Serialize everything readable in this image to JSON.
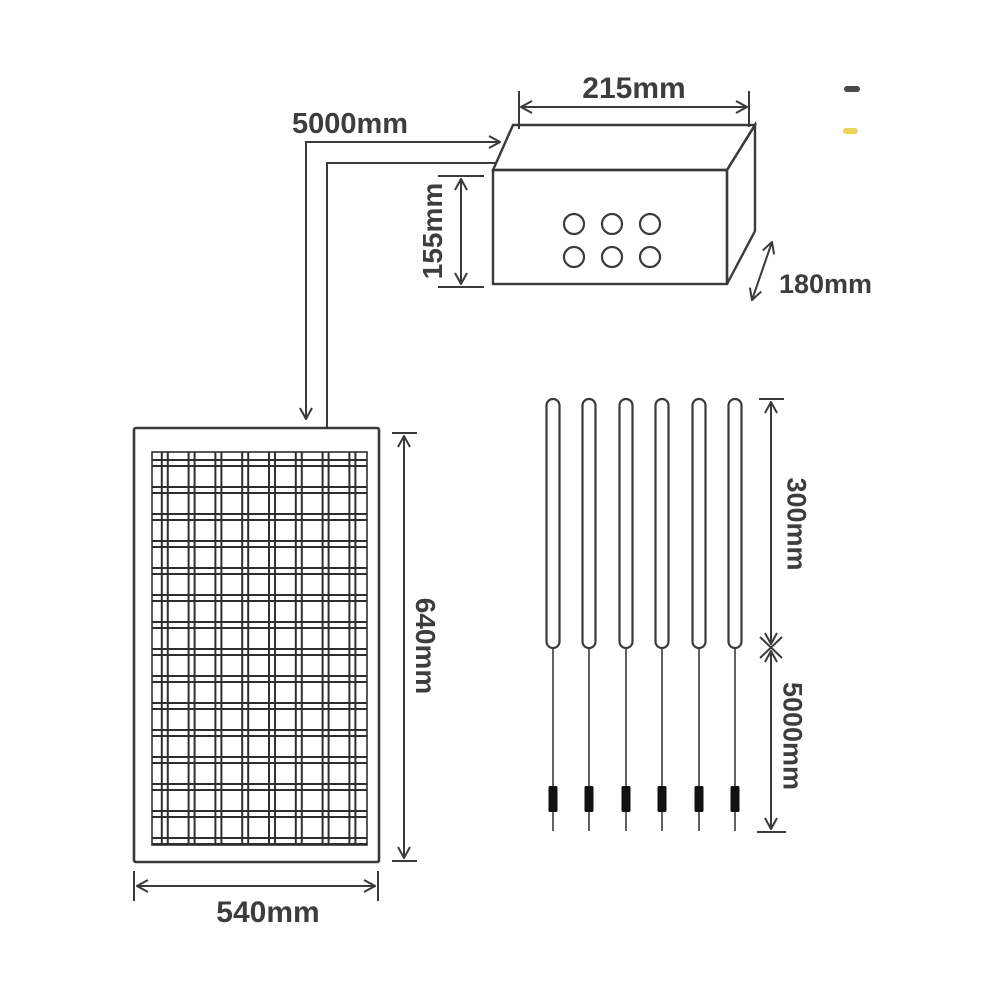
{
  "diagram": {
    "cable": {
      "length_label": "5000mm"
    },
    "control_box": {
      "width_label": "215mm",
      "height_label": "155mm",
      "depth_label": "180mm",
      "hole_rows": 2,
      "hole_cols": 3
    },
    "solar_panel": {
      "width_label": "540mm",
      "height_label": "640mm"
    },
    "tube_lights": {
      "count": 6,
      "tube_length_label": "300mm",
      "wire_length_label": "5000mm"
    },
    "colors": {
      "line": "#3a3a3a",
      "text": "#3d3d3d",
      "connector": "#111111",
      "artifact_dash_dark": "#4a4a4a",
      "artifact_dash_yellow": "#e9d45c",
      "background": "#ffffff"
    }
  }
}
